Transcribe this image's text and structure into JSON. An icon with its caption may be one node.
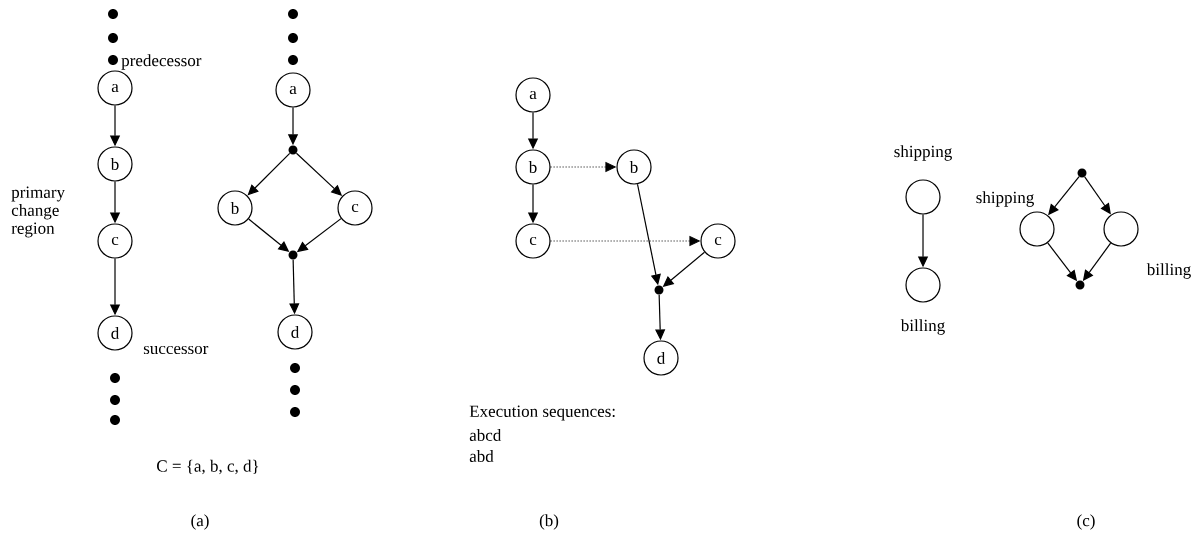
{
  "diagram": {
    "nodes": [
      {
        "text": [
          "a"
        ]
      },
      {
        "text": [
          "b"
        ]
      },
      {
        "text": [
          "c"
        ]
      },
      {
        "text": [
          "d"
        ]
      },
      {
        "text": [
          "a"
        ]
      },
      {
        "text": [],
        "shape": "dot"
      },
      {
        "text": [
          "b"
        ]
      },
      {
        "text": [
          "c"
        ]
      },
      {
        "text": [],
        "shape": "dot"
      },
      {
        "text": [
          "d"
        ]
      },
      {
        "text": [
          "a"
        ]
      },
      {
        "text": [
          "b"
        ]
      },
      {
        "text": [
          "c"
        ]
      },
      {
        "text": [
          "b"
        ]
      },
      {
        "text": [
          "c"
        ]
      },
      {
        "text": [],
        "shape": "dot"
      },
      {
        "text": [
          "d"
        ]
      },
      {
        "text": [
          "shipping"
        ]
      },
      {
        "text": [
          "billing"
        ]
      },
      {
        "text": [],
        "shape": "dot"
      },
      {
        "text": [
          "shipping"
        ]
      },
      {
        "text": [
          "billing"
        ]
      },
      {
        "text": [],
        "shape": "dot"
      }
    ],
    "edges": [
      {
        "from": 0,
        "to": 1,
        "arrow": "to"
      },
      {
        "from": 1,
        "to": 2,
        "arrow": "to"
      },
      {
        "from": 2,
        "to": 3,
        "arrow": "to"
      },
      {
        "from": 4,
        "to": 5,
        "arrow": "to"
      },
      {
        "from": 5,
        "to": 6,
        "arrow": "to"
      },
      {
        "from": 5,
        "to": 7,
        "arrow": "to"
      },
      {
        "from": 6,
        "to": 8,
        "arrow": "to"
      },
      {
        "from": 7,
        "to": 8,
        "arrow": "to"
      },
      {
        "from": 8,
        "to": 9,
        "arrow": "to"
      },
      {
        "from": 10,
        "to": 11,
        "arrow": "to"
      },
      {
        "from": 11,
        "to": 12,
        "arrow": "to"
      },
      {
        "from": 11,
        "to": 13,
        "arrow": "to",
        "style": "dashed"
      },
      {
        "from": 12,
        "to": 14,
        "arrow": "to",
        "style": "dashed"
      },
      {
        "from": 13,
        "to": 15,
        "arrow": "to"
      },
      {
        "from": 14,
        "to": 15,
        "arrow": "to"
      },
      {
        "from": 15,
        "to": 16,
        "arrow": "to"
      },
      {
        "from": 17,
        "to": 18,
        "arrow": "to"
      },
      {
        "from": 19,
        "to": 20,
        "arrow": "to"
      },
      {
        "from": 19,
        "to": 21,
        "arrow": "to"
      },
      {
        "from": 20,
        "to": 22,
        "arrow": "to"
      },
      {
        "from": 21,
        "to": 22,
        "arrow": "to"
      }
    ],
    "labels": [
      "predecessor",
      "primary change region",
      "successor",
      "C = {a, b, c, d}",
      "Execution sequences:",
      "abcd",
      "abd",
      "(a)",
      "(b)",
      "(c)"
    ]
  }
}
